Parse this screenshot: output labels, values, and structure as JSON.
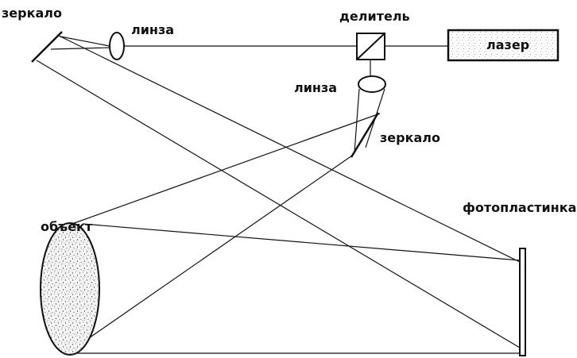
{
  "labels": {
    "mirror_top": "зеркало",
    "lens_top": "линза",
    "splitter": "делитель",
    "laser": "лазер",
    "lens_middle": "линза",
    "mirror_middle": "зеркало",
    "object": "объект",
    "plate": "фотопластинка"
  },
  "colors": {
    "ink": "#111111",
    "speckle": "#555555",
    "background": "#ffffff"
  }
}
